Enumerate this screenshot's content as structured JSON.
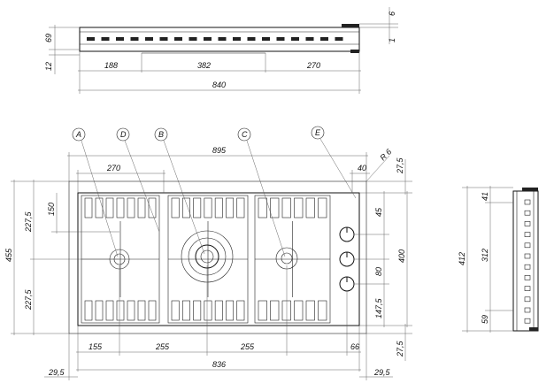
{
  "top_view": {
    "dims": {
      "height_69": "69",
      "height_12": "12",
      "right_6": "6",
      "right_1": "1",
      "seg_188": "188",
      "seg_382": "382",
      "seg_270": "270",
      "total_840": "840"
    }
  },
  "plan_view": {
    "callouts": {
      "a": "A",
      "d": "D",
      "b": "B",
      "c": "C",
      "e": "E"
    },
    "dims": {
      "width_895": "895",
      "offset_270": "270",
      "right_40": "40",
      "radius": "R 6",
      "right_27_5_top": "27,5",
      "left_455": "455",
      "left_227_5_top": "227,5",
      "left_150": "150",
      "left_227_5_bottom": "227,5",
      "right_45": "45",
      "right_400": "400",
      "right_80": "80",
      "right_147_5": "147,5",
      "right_27_5_bottom": "27,5",
      "bottom_155": "155",
      "bottom_255_a": "255",
      "bottom_255_b": "255",
      "bottom_66": "66",
      "bottom_836": "836",
      "bottom_29_5_left": "29,5",
      "bottom_29_5_right": "29,5"
    }
  },
  "side_view": {
    "dims": {
      "total_412": "412",
      "top_41": "41",
      "mid_312": "312",
      "bottom_59": "59"
    }
  }
}
